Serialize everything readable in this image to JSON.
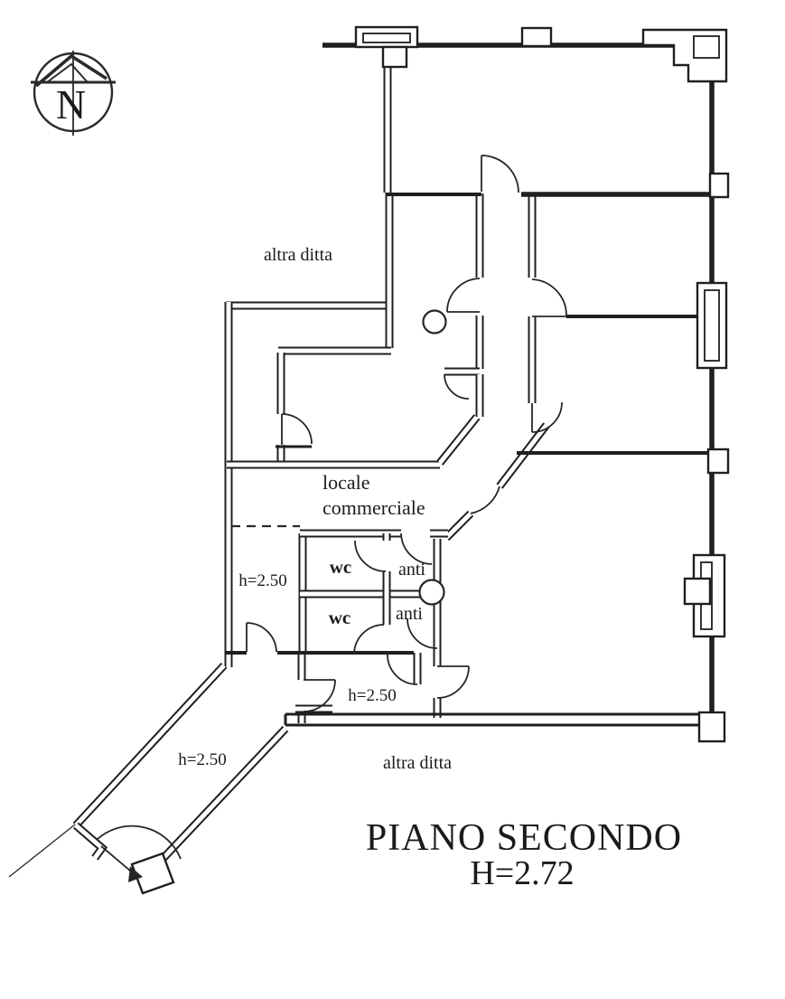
{
  "document": {
    "type": "floor-plan-scan",
    "floor_title": "PIANO SECONDO",
    "floor_height": "H=2.72"
  },
  "labels": {
    "other_company_top": "altra ditta",
    "other_company_bottom": "altra ditta",
    "commercial_unit_line1": "locale",
    "commercial_unit_line2": "commerciale",
    "wc_top": "wc",
    "wc_bottom": "wc",
    "anteroom_top": "anti",
    "anteroom_bottom": "anti",
    "height_left_room": "h=2.50",
    "height_bottom_door": "h=2.50",
    "height_corridor": "h=2.50",
    "north_letter": "N"
  },
  "colors": {
    "ink": "#1f1f1f",
    "paper": "#ffffff"
  }
}
